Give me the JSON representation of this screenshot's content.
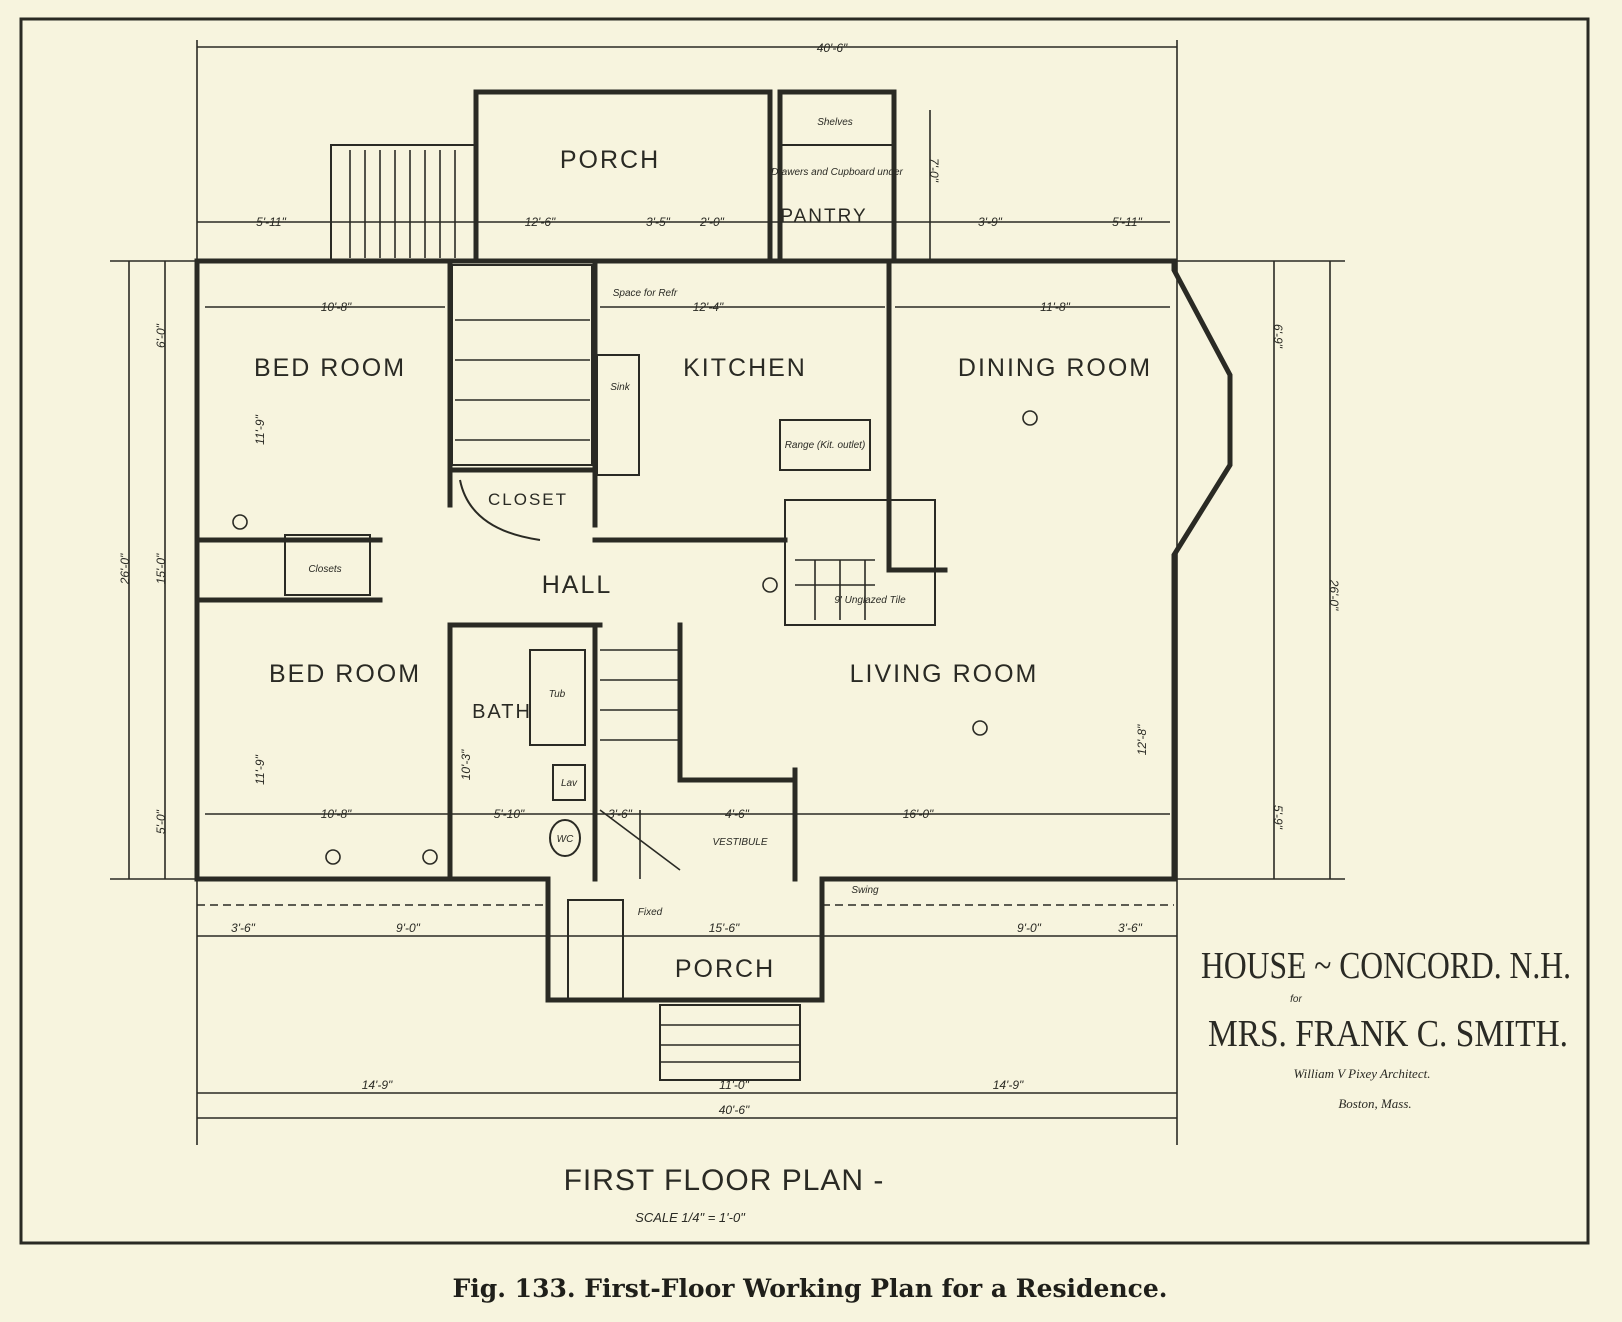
{
  "rooms": {
    "porch_rear": "PORCH",
    "pantry": "PANTRY",
    "bed_room_1": "BED ROOM",
    "kitchen": "KITCHEN",
    "dining_room": "DINING ROOM",
    "closet": "CLOSET",
    "hall": "HALL",
    "bed_room_2": "BED ROOM",
    "living_room": "LIVING ROOM",
    "bath": "BATH",
    "vestibule": "VESTIBULE",
    "porch_front": "PORCH"
  },
  "notes": {
    "shelves": "Shelves",
    "cupboard": "Drawers and Cupboard under",
    "refrigerator": "Space for Refr",
    "sink": "Sink",
    "range": "Range (Kit. outlet)",
    "tile": "9' Unglazed Tile",
    "tub": "Tub",
    "lav": "Lav",
    "wc": "WC",
    "closets": "Closets",
    "fixed": "Fixed",
    "swing": "Swing"
  },
  "dimensions": {
    "overall_top": "40'-6\"",
    "top_a": "5'-11\"",
    "top_b": "12'-6\"",
    "top_c": "3'-5\"",
    "top_d": "2'-0\"",
    "top_e": "3'-9\"",
    "top_f": "5'-11\"",
    "pantry_depth": "7'-0\"",
    "bed1_width": "10'-8\"",
    "kitchen_width": "12'-4\"",
    "dining_width": "11'-8\"",
    "left_a": "6'-0\"",
    "left_b": "15'-0\"",
    "left_c": "5'-0\"",
    "left_overall": "26'-0\"",
    "bed1_depth": "11'-9\"",
    "bed2_depth": "11'-9\"",
    "bath_depth": "10'-3\"",
    "bed2_width": "10'-8\"",
    "bath_width": "5'-10\"",
    "stair_width": "3'-6\"",
    "vest_width": "4'-6\"",
    "living_width": "16'-0\"",
    "living_depth": "12'-8\"",
    "right_a": "6'-9\"",
    "right_overall": "26'-0\"",
    "right_b": "5'-9\"",
    "front_a": "3'-6\"",
    "front_b": "9'-0\"",
    "front_c": "15'-6\"",
    "front_d": "9'-0\"",
    "front_e": "3'-6\"",
    "bottom_a": "14'-9\"",
    "bottom_b": "11'-0\"",
    "bottom_c": "14'-9\"",
    "overall_bottom": "40'-6\""
  },
  "title_block": {
    "line1": "HOUSE ~ CONCORD. N.H.",
    "line1_sub": "for",
    "line2": "MRS. FRANK C. SMITH.",
    "architect": "William V Pixey Architect.",
    "city": "Boston, Mass."
  },
  "plan_title": "FIRST FLOOR PLAN -",
  "plan_scale": "SCALE 1/4\" = 1'-0\"",
  "caption": "Fig. 133.  First-Floor Working Plan for a Residence."
}
